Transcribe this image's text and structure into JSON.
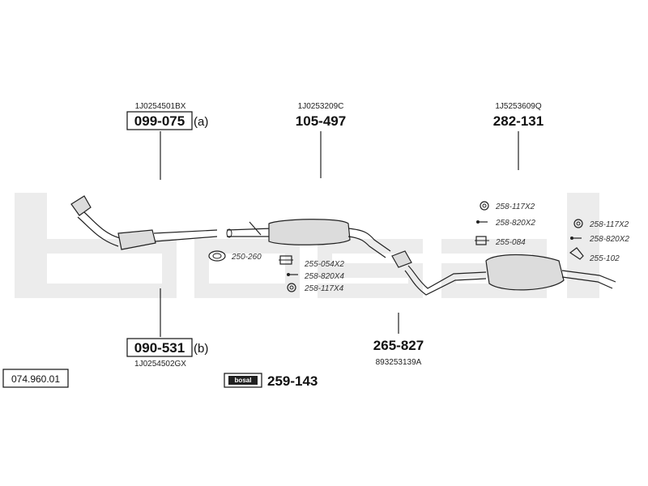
{
  "diagram_ref": "074.960.01",
  "watermark": "bosal",
  "parts": [
    {
      "id": "front-pipe",
      "oem": "1J0254501BX",
      "number": "099-075",
      "suffix": "(a)"
    },
    {
      "id": "centre-silencer",
      "oem": "1J0253209C",
      "number": "105-497",
      "suffix": ""
    },
    {
      "id": "rear-silencer",
      "oem": "1J5253609Q",
      "number": "282-131",
      "suffix": ""
    },
    {
      "id": "catalyst-pipe",
      "oem": "1J0254502GX",
      "number": "090-531",
      "suffix": "(b)"
    },
    {
      "id": "middle-pipe",
      "oem": "893253139A",
      "number": "265-827",
      "suffix": ""
    }
  ],
  "hardware": {
    "gasket": "250-260",
    "clamp_set_1": [
      "255-054X2",
      "258-820X4",
      "258-117X4"
    ],
    "clamp_set_2": [
      "258-117X2",
      "258-820X2",
      "255-084"
    ],
    "clamp_set_3": [
      "258-117X2",
      "258-820X2",
      "255-102"
    ]
  },
  "kit": {
    "logo": "bosal",
    "number": "259-143"
  },
  "colors": {
    "watermark": "#ececec",
    "component_fill": "#dcdcdc",
    "line": "#222222"
  }
}
